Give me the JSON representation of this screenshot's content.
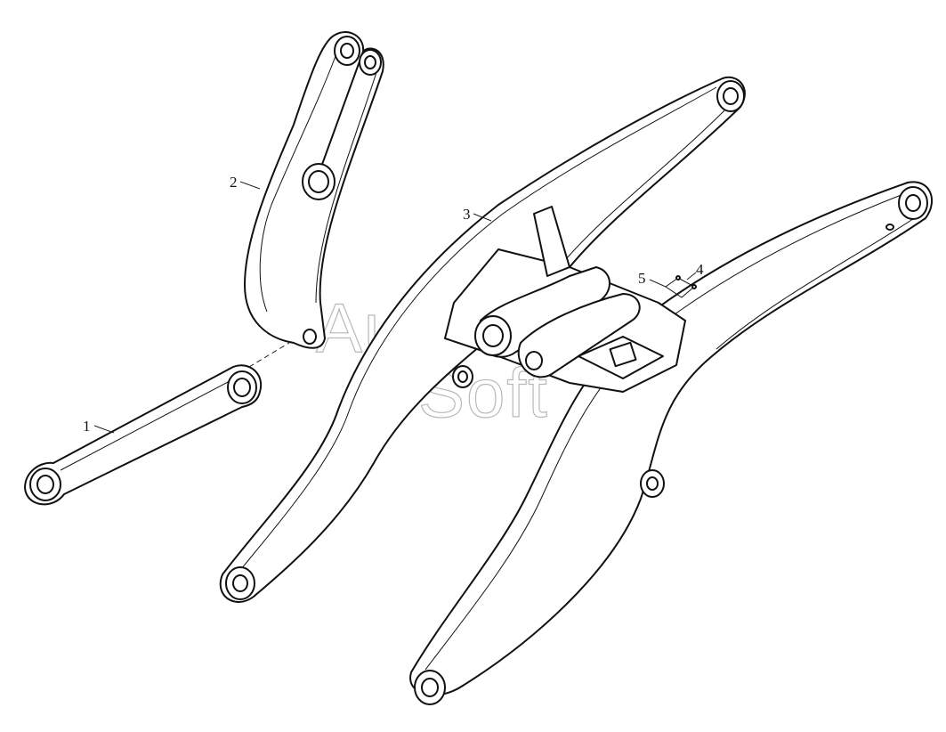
{
  "watermark": {
    "line1": "Auto",
    "line2": "Soft"
  },
  "callouts": [
    {
      "id": "1",
      "label": "1"
    },
    {
      "id": "2",
      "label": "2"
    },
    {
      "id": "3",
      "label": "3"
    },
    {
      "id": "4",
      "label": "4"
    },
    {
      "id": "5",
      "label": "5"
    }
  ],
  "colors": {
    "line": "#111111",
    "watermark": "#b8b8b8",
    "background": "#ffffff"
  }
}
